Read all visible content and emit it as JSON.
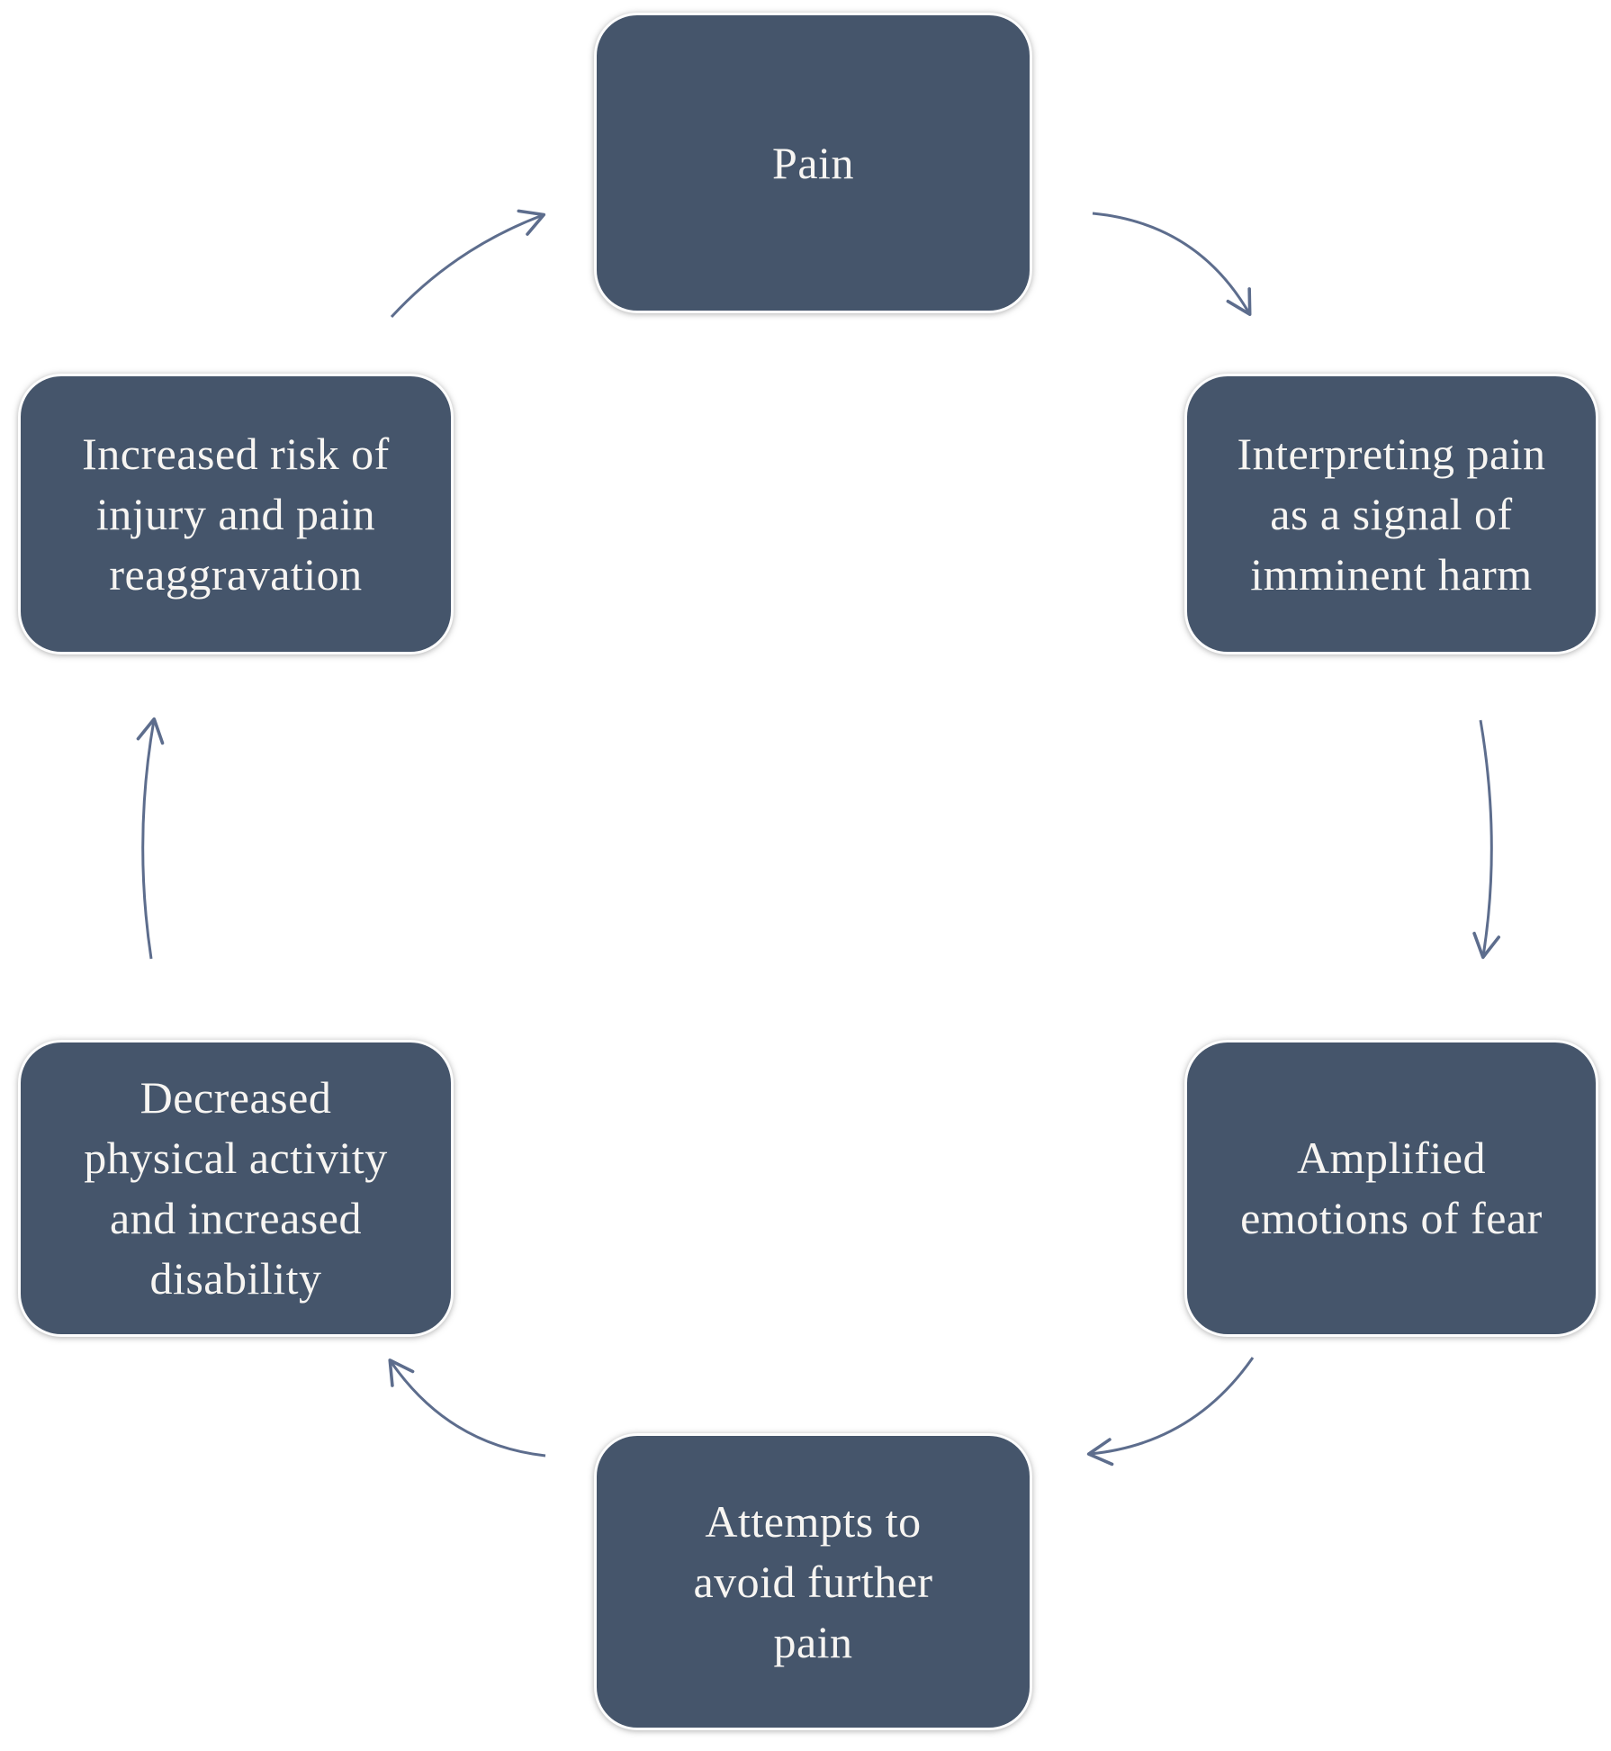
{
  "diagram": {
    "type": "cycle",
    "background_color": "#ffffff",
    "node_fill_color": "#45556b",
    "node_text_color": "#f7f5f2",
    "arrow_color": "#5d6d8d",
    "nodes": [
      {
        "id": "pain",
        "label": "Pain",
        "lines": [
          "Pain"
        ]
      },
      {
        "id": "interpreting-pain",
        "label": "Interpreting pain as a signal of imminent harm",
        "lines": [
          "Interpreting pain",
          "as a signal of",
          "imminent harm"
        ]
      },
      {
        "id": "amplified-fear",
        "label": "Amplified emotions of fear",
        "lines": [
          "Amplified",
          "emotions of fear"
        ]
      },
      {
        "id": "avoid-pain",
        "label": "Attempts to avoid further pain",
        "lines": [
          "Attempts to",
          "avoid further",
          "pain"
        ]
      },
      {
        "id": "decreased-activity",
        "label": "Decreased physical activity and increased disability",
        "lines": [
          "Decreased",
          "physical activity",
          "and increased",
          "disability"
        ]
      },
      {
        "id": "increased-risk",
        "label": "Increased risk of injury and pain reaggravation",
        "lines": [
          "Increased risk of",
          "injury and pain",
          "reaggravation"
        ]
      }
    ],
    "edges": [
      {
        "from": "pain",
        "to": "interpreting-pain"
      },
      {
        "from": "interpreting-pain",
        "to": "amplified-fear"
      },
      {
        "from": "amplified-fear",
        "to": "avoid-pain"
      },
      {
        "from": "avoid-pain",
        "to": "decreased-activity"
      },
      {
        "from": "decreased-activity",
        "to": "increased-risk"
      },
      {
        "from": "increased-risk",
        "to": "pain"
      }
    ]
  }
}
